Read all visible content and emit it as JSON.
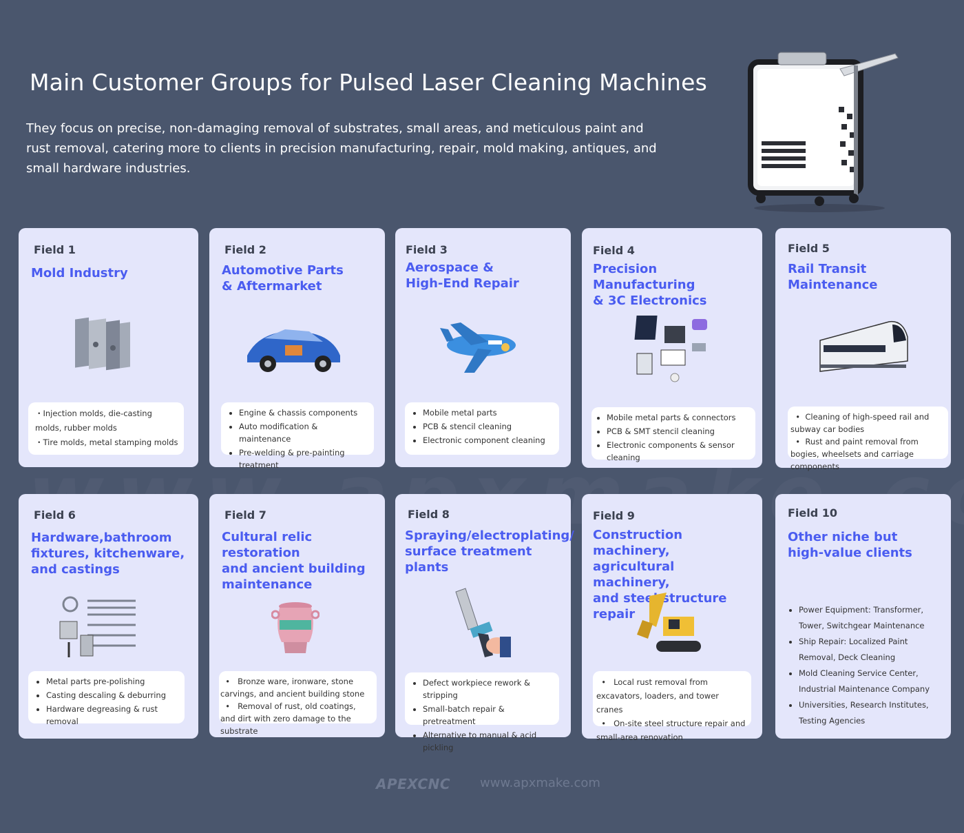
{
  "header": {
    "title": "Main Customer Groups for Pulsed Laser Cleaning Machines",
    "intro": "They focus on precise, non-damaging removal of substrates, small areas, and meticulous paint and rust removal, catering more to clients in precision manufacturing, repair, mold making, antiques, and small hardware industries."
  },
  "colors": {
    "background": "#4a566d",
    "card": "#e4e6fb",
    "accent": "#4a5cf0"
  },
  "cards": [
    {
      "field": "Field 1",
      "name_l1": "Mold Industry",
      "name_l2": "",
      "icon": "mold-icon",
      "items": [
        "・Injection molds, die-casting molds, rubber molds",
        "・Tire molds, metal stamping molds"
      ]
    },
    {
      "field": "Field 2",
      "name_l1": "Automotive Parts",
      "name_l2": "& Aftermarket",
      "icon": "car-icon",
      "items": [
        "Engine & chassis components",
        "Auto modification & maintenance",
        "Pre-welding & pre-painting treatment"
      ]
    },
    {
      "field": "Field 3",
      "name_l1": "Aerospace &",
      "name_l2": "High-End Repair",
      "icon": "airplane-icon",
      "items": [
        "Mobile metal parts",
        "PCB & stencil cleaning",
        "Electronic component cleaning"
      ]
    },
    {
      "field": "Field 4",
      "name_l1": "Precision Manufacturing",
      "name_l2": "& 3C Electronics",
      "icon": "electronics-icon",
      "items": [
        "Mobile metal parts & connectors",
        "PCB & SMT stencil cleaning",
        "Electronic components & sensor cleaning"
      ]
    },
    {
      "field": "Field 5",
      "name_l1": "Rail Transit Maintenance",
      "name_l2": "",
      "icon": "train-icon",
      "items": [
        "Cleaning of high-speed rail and subway car bodies",
        "Rust and paint removal from bogies, wheelsets and carriage components"
      ]
    },
    {
      "field": "Field 6",
      "name_l1": "Hardware,bathroom",
      "name_l2": "fixtures, kitchenware,",
      "name_l3": "and castings",
      "icon": "bathroom-hardware-icon",
      "items": [
        "Metal parts pre-polishing",
        "Casting descaling & deburring",
        "Hardware degreasing & rust removal"
      ]
    },
    {
      "field": "Field 7",
      "name_l1": "Cultural relic restoration",
      "name_l2": "and ancient building",
      "name_l3": "maintenance",
      "icon": "ancient-vessel-icon",
      "items": [
        "Bronze ware, ironware, stone carvings, and ancient building stone",
        "Removal of rust, old coatings, and dirt with zero damage to the substrate"
      ]
    },
    {
      "field": "Field 8",
      "name_l1": "Spraying/electroplating/",
      "name_l2": "surface treatment plants",
      "icon": "spray-gun-icon",
      "items": [
        "Defect workpiece rework & stripping",
        "Small-batch repair & pretreatment",
        "Alternative to manual & acid pickling"
      ]
    },
    {
      "field": "Field 9",
      "name_l1": "Construction machinery,",
      "name_l2": "agricultural machinery,",
      "name_l3": "and steel structure repair",
      "icon": "excavator-icon",
      "items": [
        "Local rust removal from excavators, loaders, and tower cranes",
        "On-site steel structure repair and small-area renovation"
      ]
    },
    {
      "field": "Field 10",
      "name_l1": "Other niche but",
      "name_l2": "high-value clients",
      "icon": "",
      "items": [
        "Power Equipment: Transformer, Tower, Switchgear Maintenance",
        "Ship Repair: Localized Paint Removal, Deck Cleaning",
        "Mold Cleaning Service Center, Industrial Maintenance Company",
        "Universities, Research Institutes, Testing Agencies"
      ]
    }
  ],
  "footer": {
    "brand": "APEXCNC",
    "url": "www.apxmake.com"
  },
  "watermark": "www.apxmake.com"
}
